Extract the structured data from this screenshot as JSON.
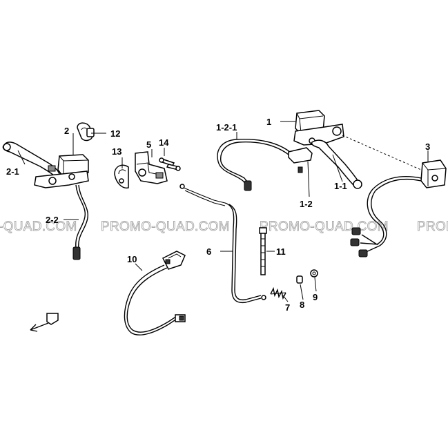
{
  "watermark": {
    "text_full": "PROMO-QUAD.COM",
    "text_left_fragment": "-QUAD.COM",
    "text_right_fragment": "PROMO"
  },
  "part_labels": {
    "p1": "1",
    "p1_1": "1-1",
    "p1_2": "1-2",
    "p1_2_1": "1-2-1",
    "p2": "2",
    "p2_1": "2-1",
    "p2_2": "2-2",
    "p3": "3",
    "p5": "5",
    "p6": "6",
    "p7": "7",
    "p8": "8",
    "p9": "9",
    "p10": "10",
    "p11": "11",
    "p12": "12",
    "p13": "13",
    "p14": "14"
  },
  "colors": {
    "line": "#000000",
    "part_fill": "#ffffff",
    "shade": "#333333",
    "watermark_stroke": "#a8a8a8"
  }
}
